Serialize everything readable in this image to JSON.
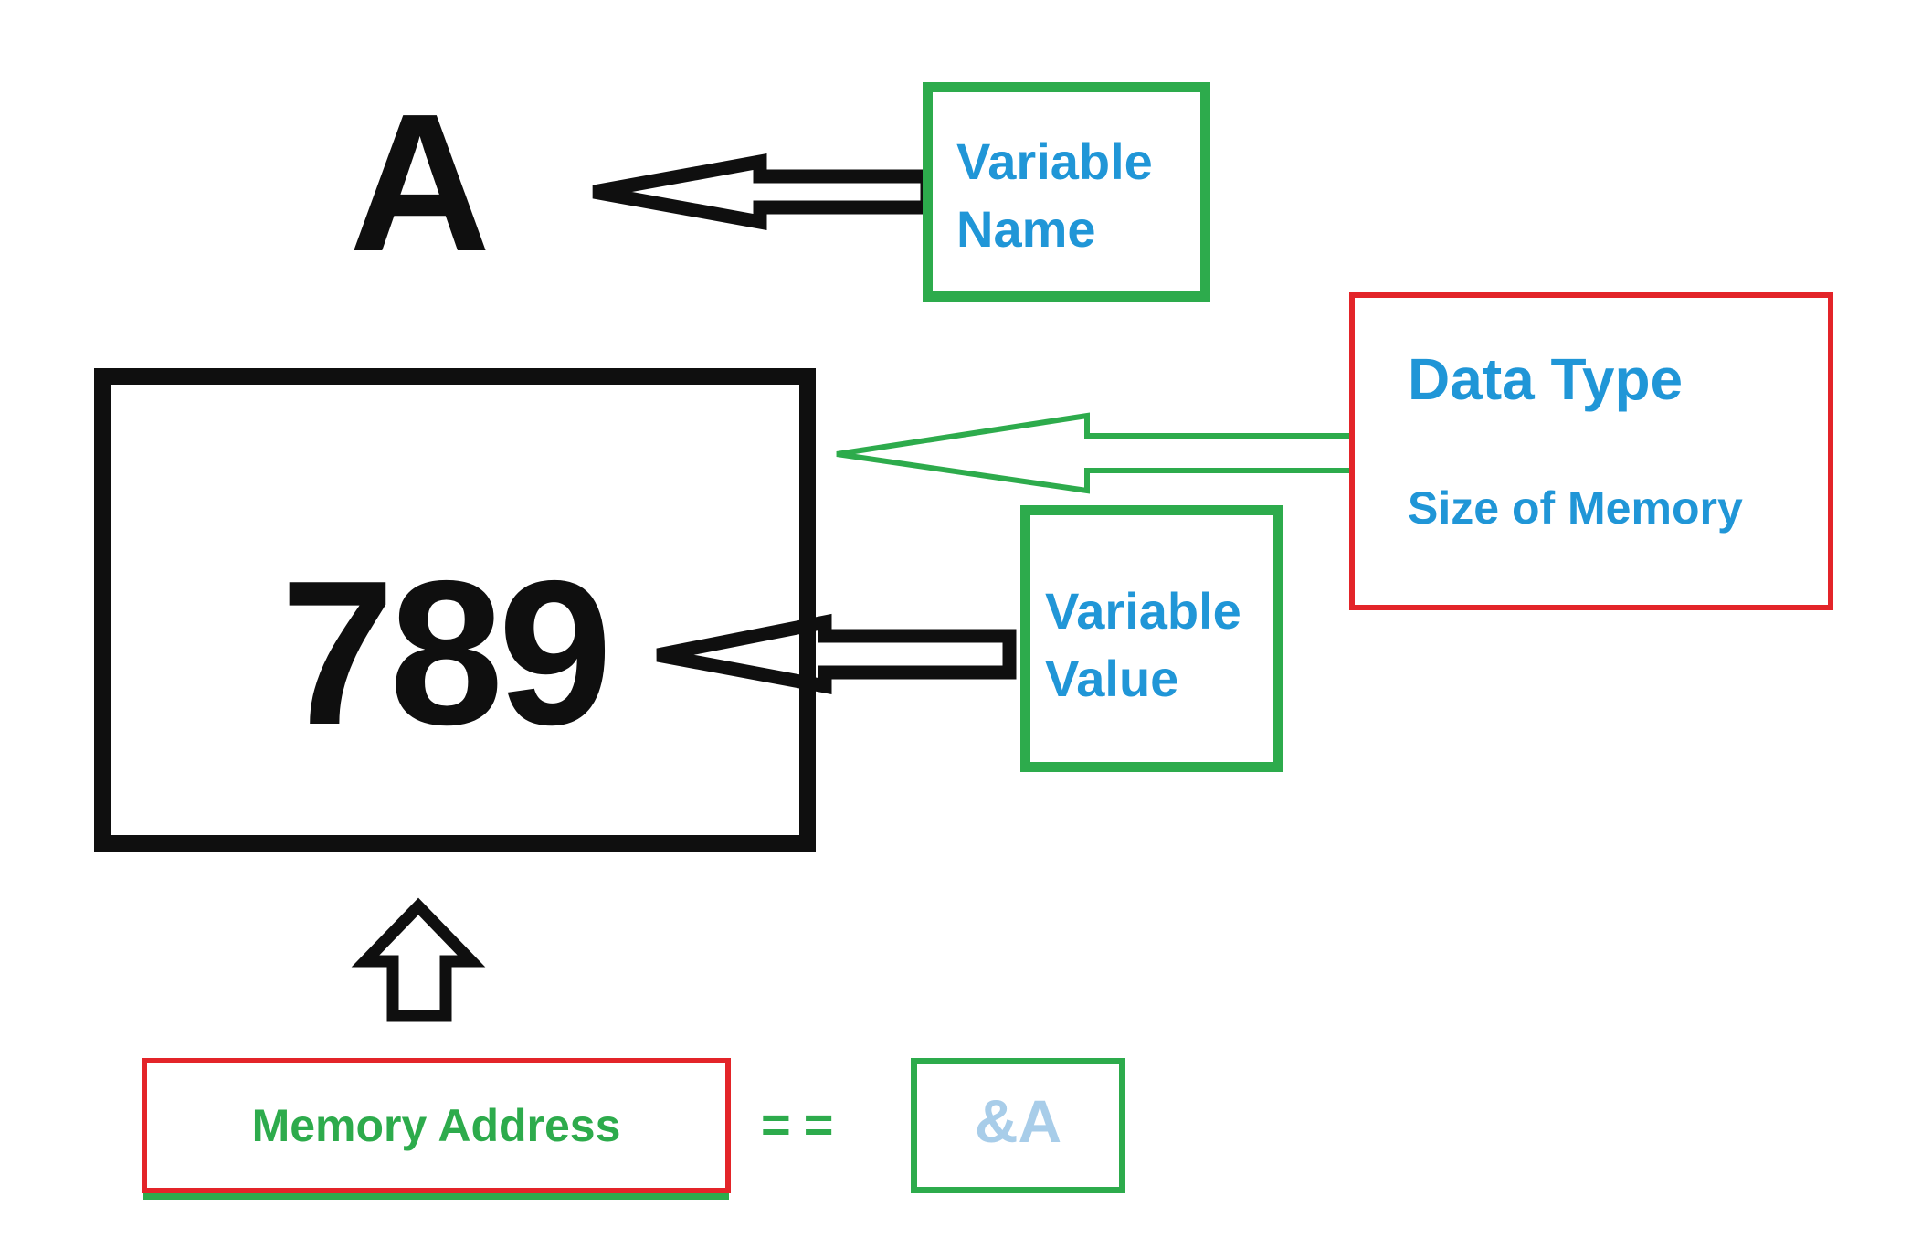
{
  "colors": {
    "green": "#2DAB4C",
    "red": "#E32429",
    "blue": "#2096D7",
    "lightblue": "#A8CDE9",
    "ink": "#0F0F0F",
    "paper": "#FFFFFF"
  },
  "variable": {
    "name": "A",
    "value": "789"
  },
  "labels": {
    "variable_name": {
      "line1": "Variable",
      "line2": "Name"
    },
    "data_type": {
      "title": "Data Type",
      "subtitle": "Size of Memory"
    },
    "variable_value": {
      "line1": "Variable",
      "line2": "Value"
    },
    "memory_address": {
      "text": "Memory Address"
    },
    "equality": {
      "operator": "=="
    },
    "address_expression": {
      "text": "&A"
    }
  },
  "icons": {
    "variable_name_arrow": "left-block-arrow",
    "variable_value_arrow": "left-block-arrow",
    "data_type_arrow": "left-block-arrow-outline",
    "memory_address_arrow": "up-block-arrow"
  }
}
